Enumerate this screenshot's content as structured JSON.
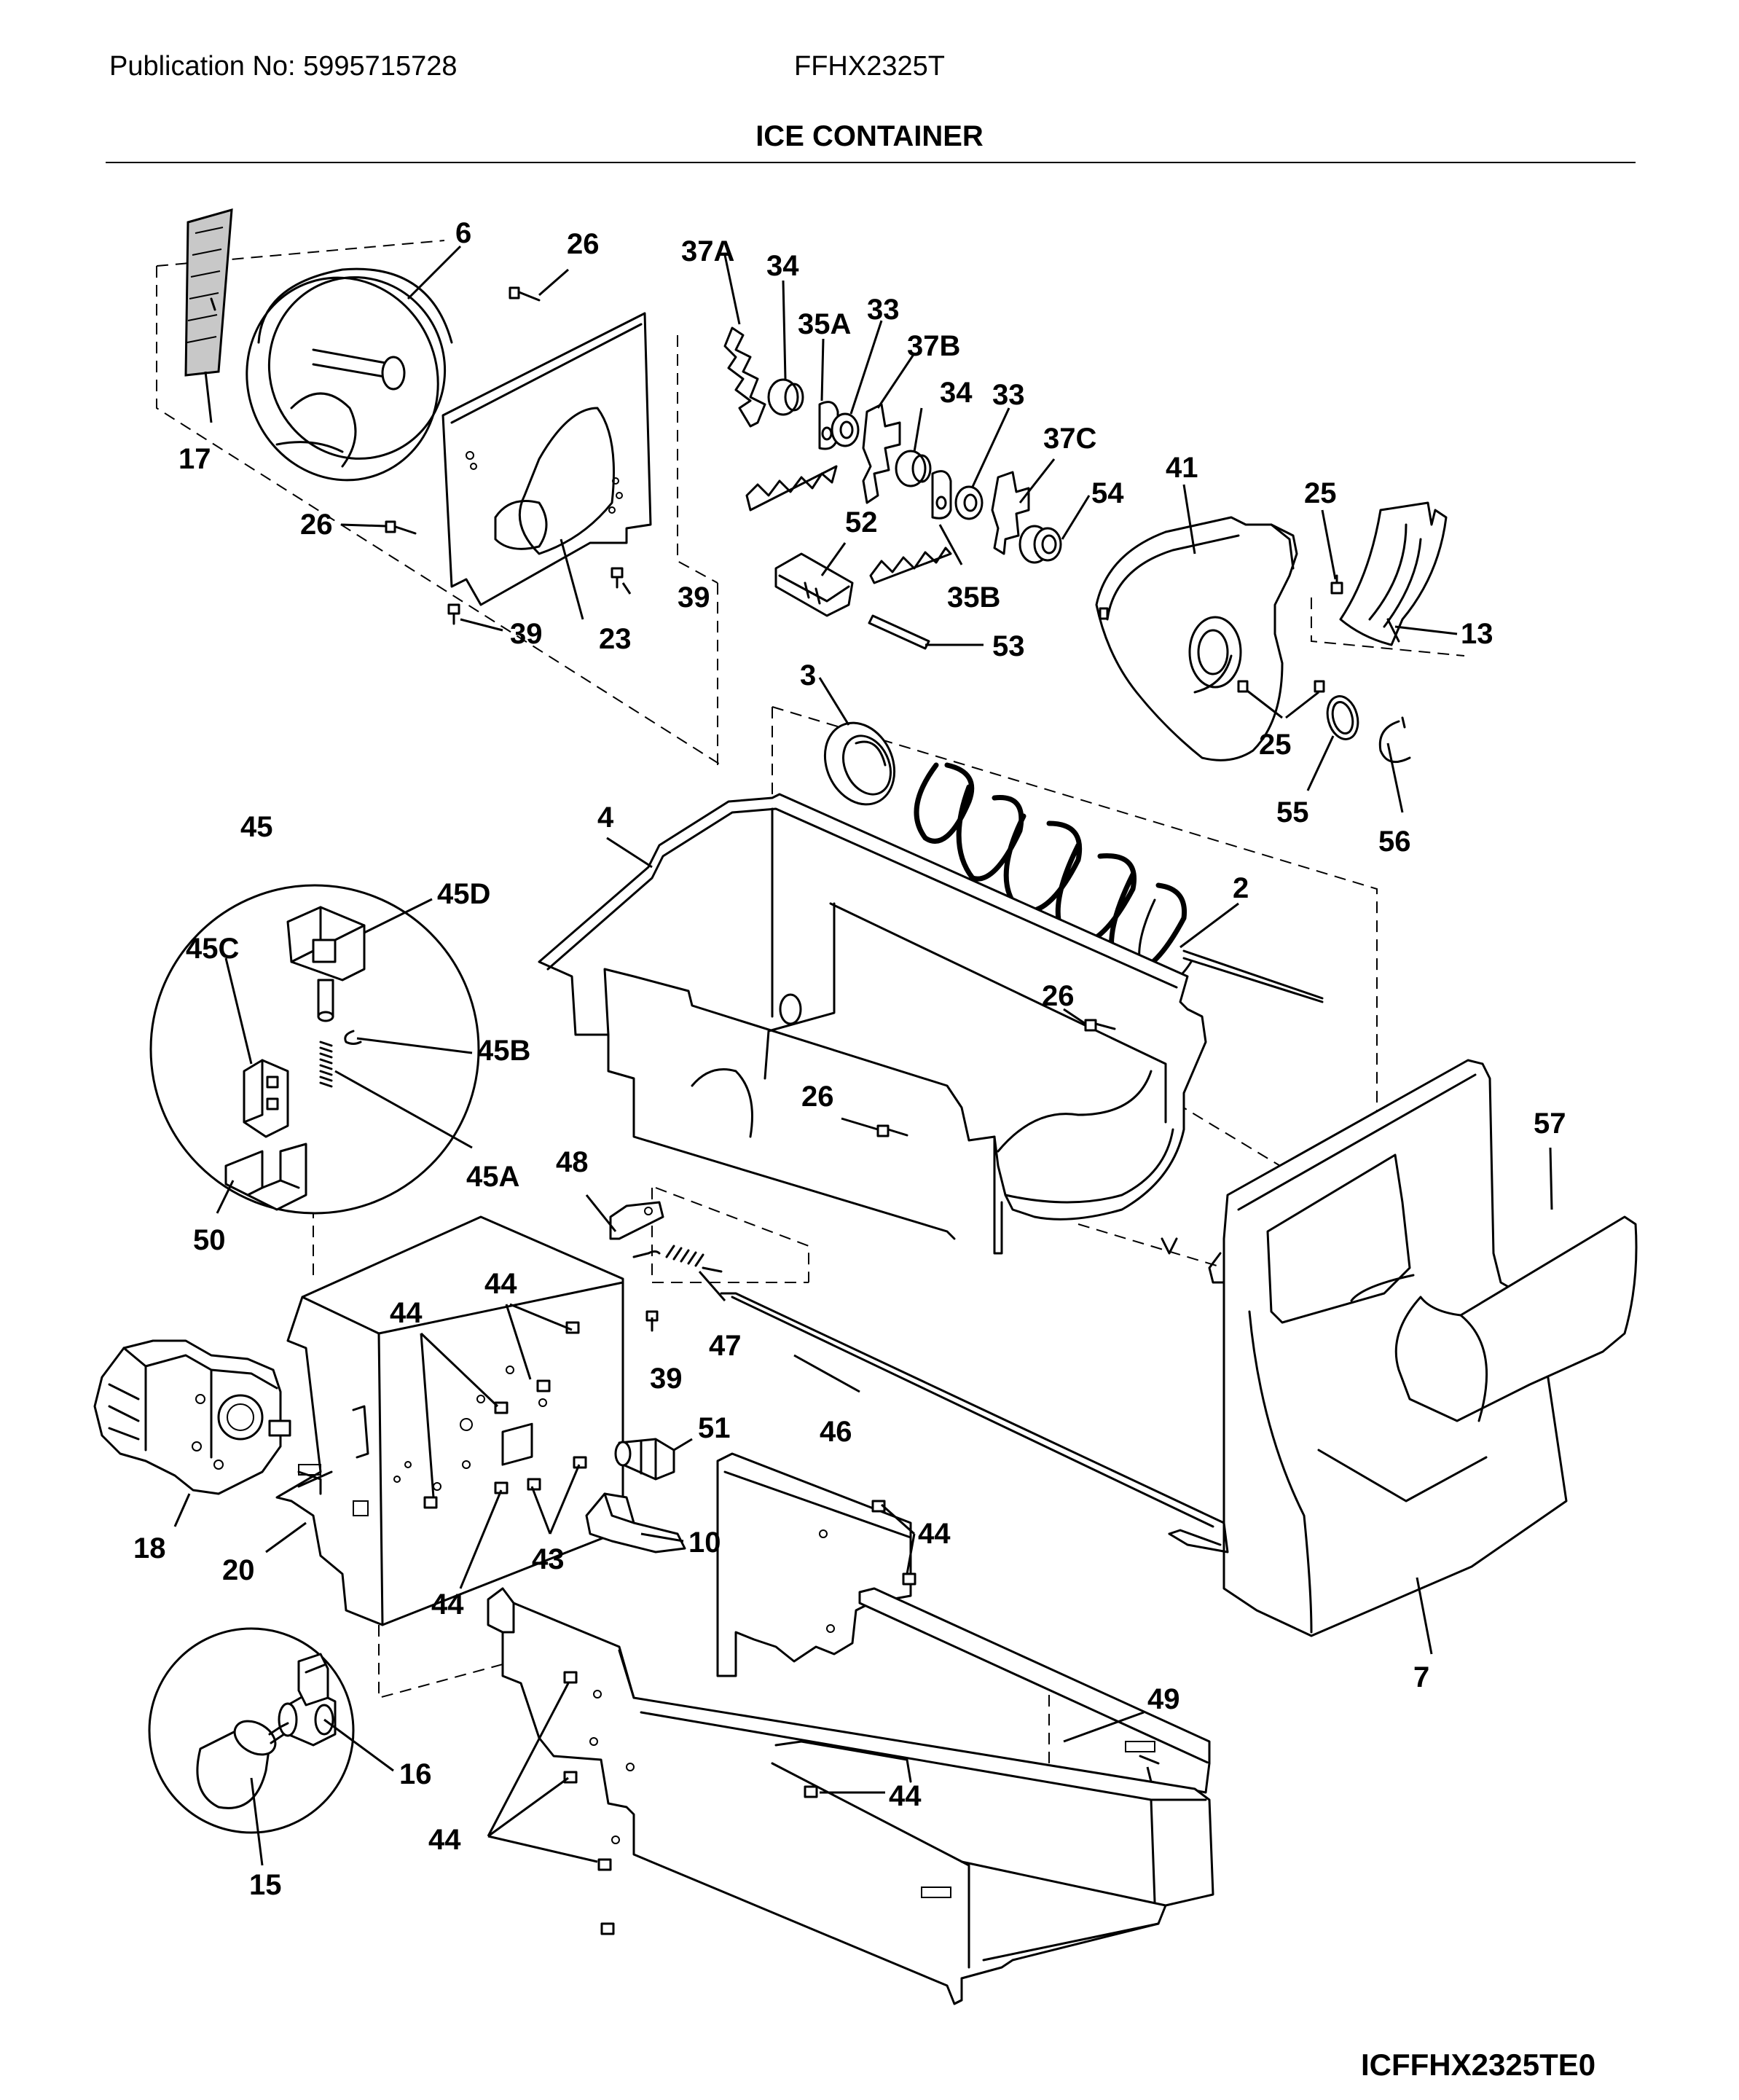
{
  "header": {
    "publication": "Publication No: 5995715728",
    "model": "FFHX2325T",
    "title": "ICE CONTAINER"
  },
  "footer": {
    "code": "ICFFHX2325TE0"
  },
  "labels": {
    "l6": "6",
    "l26a": "26",
    "l37a": "37A",
    "l34a": "34",
    "l35a": "35A",
    "l33a": "33",
    "l37b": "37B",
    "l34b": "34",
    "l33b": "33",
    "l37c": "37C",
    "l41": "41",
    "l54": "54",
    "l25a": "25",
    "l17": "17",
    "l26b": "26",
    "l52": "52",
    "l39a": "39",
    "l39b": "39",
    "l23": "23",
    "l35b": "35B",
    "l53": "53",
    "l13": "13",
    "l3": "3",
    "l25b": "25",
    "l55": "55",
    "l56": "56",
    "l45": "45",
    "l45d": "45D",
    "l4": "4",
    "l2": "2",
    "l45c": "45C",
    "l45b": "45B",
    "l26c": "26",
    "l26d": "26",
    "l57": "57",
    "l45a": "45A",
    "l48": "48",
    "l50": "50",
    "l44a": "44",
    "l44b": "44",
    "l39c": "39",
    "l47": "47",
    "l51": "51",
    "l46": "46",
    "l44c": "44",
    "l18": "18",
    "l20": "20",
    "l43": "43",
    "l10": "10",
    "l44d": "44",
    "l49": "49",
    "l7": "7",
    "l16": "16",
    "l44e": "44",
    "l44f": "44",
    "l15": "15"
  }
}
